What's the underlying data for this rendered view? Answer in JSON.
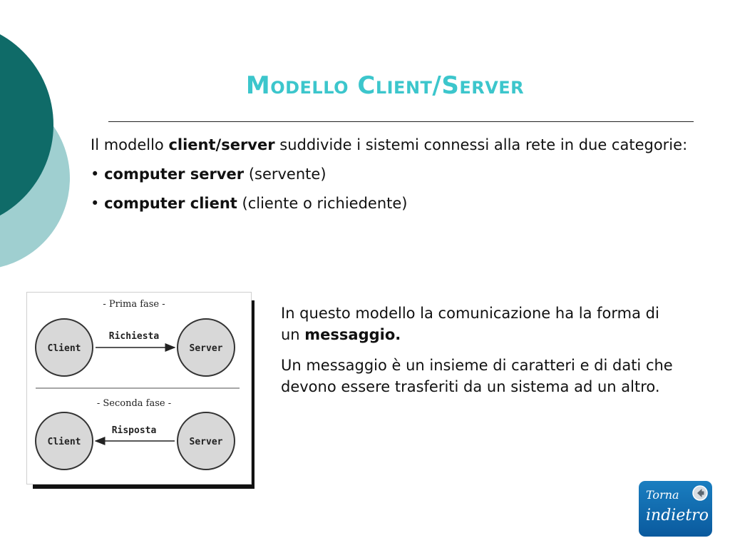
{
  "slide": {
    "title": "Modello Client/Server",
    "intro_before": "Il modello ",
    "intro_bold": "client/server",
    "intro_after": " suddivide i sistemi connessi alla rete in due categorie:",
    "bullets": [
      {
        "marker": "• ",
        "bold": "computer server",
        "rest": " (servente)"
      },
      {
        "marker": "• ",
        "bold": "computer client",
        "rest": " (cliente o richiedente)"
      }
    ],
    "paragraph1_before": "In questo modello la comunicazione ha la forma di un ",
    "paragraph1_bold": "messaggio.",
    "paragraph2": "Un messaggio è un insieme di caratteri e di dati che devono essere trasferiti da un sistema ad un altro."
  },
  "diagram": {
    "phase1_label": "- Prima fase -",
    "phase2_label": "- Seconda fase -",
    "client_label": "Client",
    "server_label": "Server",
    "request_label": "Richiesta",
    "response_label": "Risposta"
  },
  "nav": {
    "back_top": "Torna",
    "back_bottom": "indietro",
    "back_icon": "arrow-left-circle-icon"
  },
  "colors": {
    "title": "#3cc6cc",
    "deco_dark": "#0f6b68",
    "deco_light": "#9fcfd0",
    "button": "#0a6bb0"
  }
}
